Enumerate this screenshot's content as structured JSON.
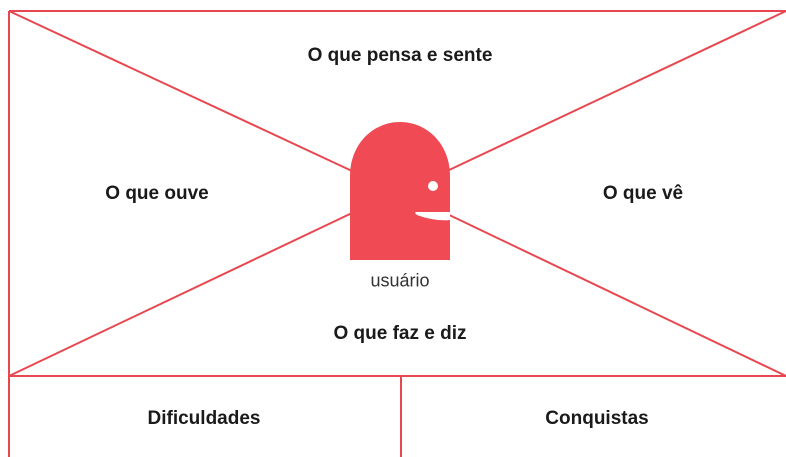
{
  "colors": {
    "line": "#e8474f",
    "avatar": "#f04a54",
    "text": "#1a1a1a",
    "background": "#ffffff"
  },
  "map": {
    "top_quadrant": "O que pensa e sente",
    "left_quadrant": "O que ouve",
    "right_quadrant": "O que vê",
    "bottom_quadrant": "O que faz e diz",
    "user_label": "usuário",
    "pains": "Dificuldades",
    "gains": "Conquistas"
  },
  "avatar": {
    "icon": "person-head-icon"
  }
}
